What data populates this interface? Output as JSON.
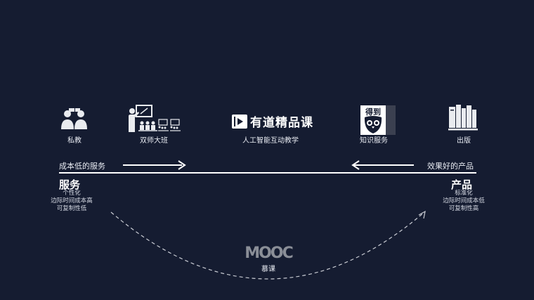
{
  "items": {
    "private_tutor": {
      "label": "私教",
      "icon": "people-talking-icon"
    },
    "teacher_class": {
      "label": "双师大班",
      "icon": "teacher-classroom-icon"
    },
    "youdao": {
      "logo_text": "有道精品课",
      "label": "人工智能互动教学",
      "icon": "youdao-play-logo-icon"
    },
    "dedao": {
      "logo_text": "得到",
      "label": "知识服务",
      "icon": "owl-logo-icon"
    },
    "publishing": {
      "label": "出版",
      "icon": "bookshelf-icon"
    }
  },
  "axis": {
    "left_caption": "成本低的服务",
    "right_caption": "效果好的产品"
  },
  "service": {
    "title": "服务",
    "lines": [
      "个性化",
      "边际时间成本高",
      "可复制性低"
    ]
  },
  "product": {
    "title": "产品",
    "lines": [
      "标准化",
      "边际时间成本低",
      "可复制性高"
    ]
  },
  "mooc": {
    "logo_text": "MOOC",
    "label": "慕课",
    "icon": "mooc-logo-icon"
  },
  "colors": {
    "background": "#151c31",
    "foreground": "#ffffff",
    "muted": "#8a8e97"
  }
}
